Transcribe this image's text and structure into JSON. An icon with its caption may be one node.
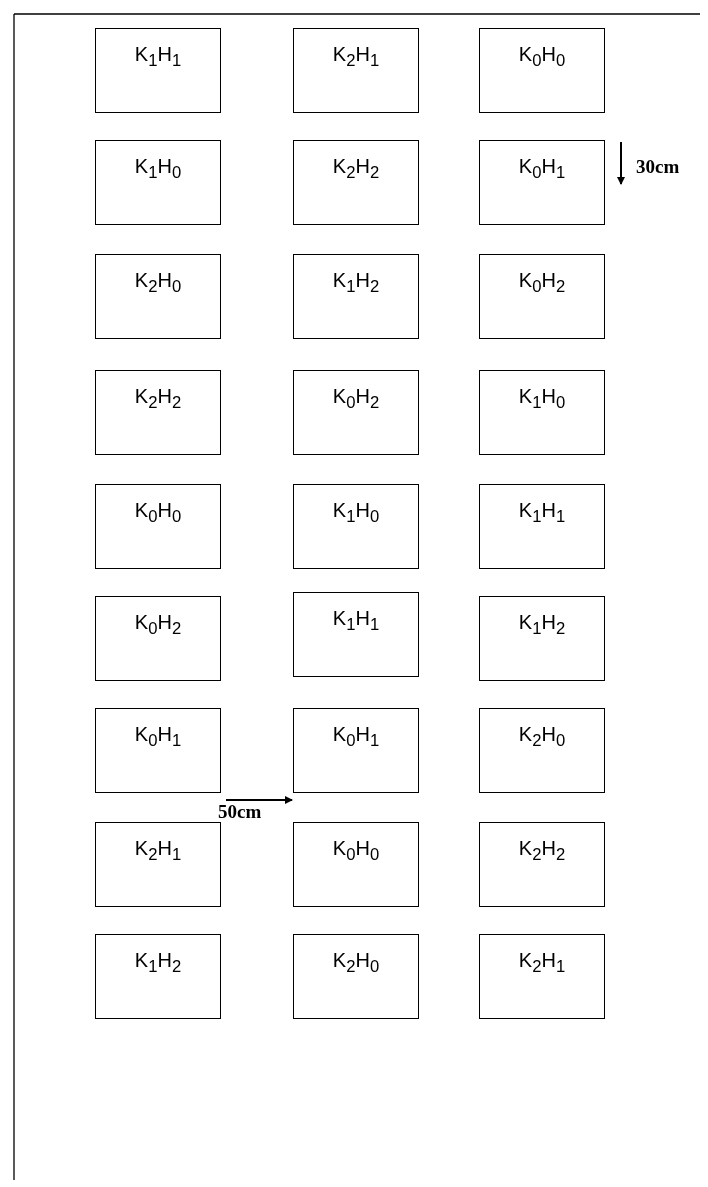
{
  "diagram": {
    "nodes": [
      {
        "text": [
          "K$_{1}$H$_{1}$"
        ]
      },
      {
        "text": [
          "K$_{2}$H$_{1}$"
        ]
      },
      {
        "text": [
          "K$_{0}$H$_{0}$"
        ]
      },
      {
        "text": [
          "K$_{1}$H$_{0}$"
        ]
      },
      {
        "text": [
          "K$_{2}$H$_{2}$"
        ]
      },
      {
        "text": [
          "K$_{0}$H$_{1}$"
        ]
      },
      {
        "text": [
          "K$_{2}$H$_{0}$"
        ]
      },
      {
        "text": [
          "K$_{1}$H$_{2}$"
        ]
      },
      {
        "text": [
          "K$_{0}$H$_{2}$"
        ]
      },
      {
        "text": [
          "K$_{2}$H$_{2}$"
        ]
      },
      {
        "text": [
          "K$_{0}$H$_{2}$"
        ]
      },
      {
        "text": [
          "K$_{1}$H$_{0}$"
        ]
      },
      {
        "text": [
          "K$_{0}$H$_{0}$"
        ]
      },
      {
        "text": [
          "K$_{1}$H$_{0}$"
        ]
      },
      {
        "text": [
          "K$_{1}$H$_{1}$"
        ]
      },
      {
        "text": [
          "K$_{0}$H$_{2}$"
        ]
      },
      {
        "text": [
          "K$_{1}$H$_{1}$"
        ]
      },
      {
        "text": [
          "K$_{1}$H$_{2}$"
        ]
      },
      {
        "text": [
          "K$_{0}$H$_{1}$"
        ]
      },
      {
        "text": [
          "K$_{0}$H$_{1}$"
        ]
      },
      {
        "text": [
          "K$_{2}$H$_{0}$"
        ]
      },
      {
        "text": [
          "K$_{2}$H$_{1}$"
        ]
      },
      {
        "text": [
          "K$_{0}$H$_{0}$"
        ]
      },
      {
        "text": [
          "K$_{2}$H$_{2}$"
        ]
      },
      {
        "text": [
          "K$_{1}$H$_{2}$"
        ]
      },
      {
        "text": [
          "K$_{2}$H$_{0}$"
        ]
      },
      {
        "text": [
          "K$_{2}$H$_{1}$"
        ]
      }
    ],
    "labels": [
      "30cm",
      "50cm"
    ]
  }
}
